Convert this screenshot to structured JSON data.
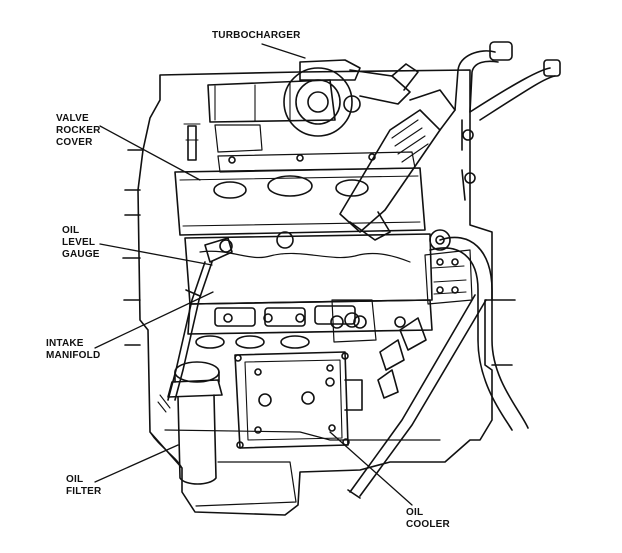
{
  "diagram": {
    "labels": {
      "turbocharger": [
        "TURBOCHARGER"
      ],
      "valve_rocker_cover": [
        "VALVE",
        "ROCKER",
        "COVER"
      ],
      "oil_level_gauge": [
        "OIL",
        "LEVEL",
        "GAUGE"
      ],
      "intake_manifold": [
        "INTAKE",
        "MANIFOLD"
      ],
      "oil_filter": [
        "OIL",
        "FILTER"
      ],
      "oil_cooler": [
        "OIL",
        "COOLER"
      ]
    },
    "colors": {
      "ink": "#111111",
      "background": "#ffffff"
    }
  }
}
